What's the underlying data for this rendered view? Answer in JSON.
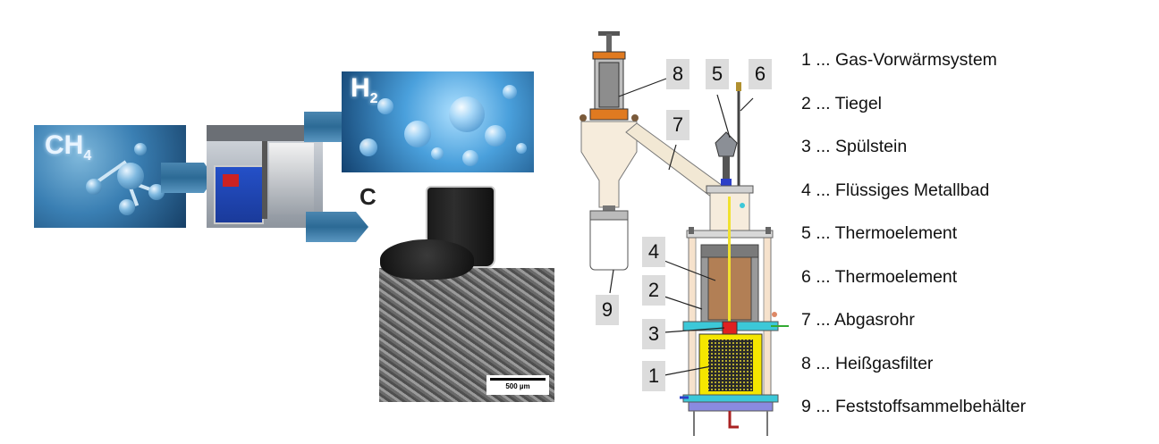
{
  "left_panel": {
    "methane_label": "CH",
    "methane_subscript": "4",
    "hydrogen_label": "H",
    "hydrogen_subscript": "2",
    "carbon_label": "C",
    "sem_scale_label": "500 µm",
    "icons": [
      "methane-molecule-image",
      "reactor-setup-photo",
      "hydrogen-molecules-image",
      "carbon-beaker-photo",
      "carbon-sem-micrograph",
      "process-arrow-icon"
    ]
  },
  "diagram": {
    "callout_numbers": [
      "8",
      "5",
      "6",
      "7",
      "4",
      "2",
      "3",
      "1",
      "9"
    ],
    "colors": {
      "crucible_metal": "#b27f55",
      "thermocouple": "#f0e130",
      "gas_preheater": "#f5e600",
      "flush_stone": "#e02020",
      "flange_orange": "#e07a20",
      "cooling_cyan": "#3cc8d8",
      "outer_shell": "#f6e2cc",
      "base_plate": "#8a8ae0"
    }
  },
  "legend": {
    "items": [
      {
        "num": "1",
        "sep": "...",
        "label": "Gas-Vorwärmsystem"
      },
      {
        "num": "2",
        "sep": "...",
        "label": "Tiegel"
      },
      {
        "num": "3",
        "sep": "...",
        "label": "Spülstein"
      },
      {
        "num": "4",
        "sep": "...",
        "label": "Flüssiges Metallbad"
      },
      {
        "num": "5",
        "sep": "...",
        "label": "Thermoelement"
      },
      {
        "num": "6",
        "sep": "...",
        "label": "Thermoelement"
      },
      {
        "num": "7",
        "sep": "...",
        "label": "Abgasrohr"
      },
      {
        "num": "8",
        "sep": "...",
        "label": "Heißgasfilter"
      },
      {
        "num": "9",
        "sep": "...",
        "label": "Feststoffsammelbehälter"
      }
    ]
  }
}
